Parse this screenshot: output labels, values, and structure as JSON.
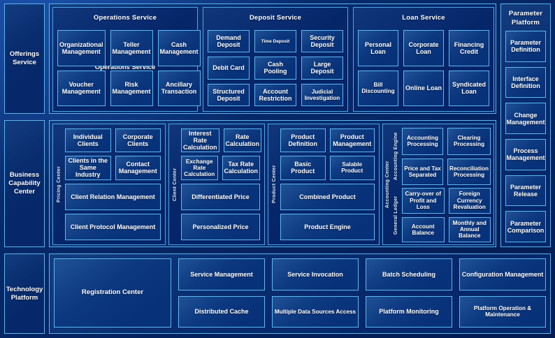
{
  "theme": {
    "background": "#062462",
    "border": "#5ab6ef",
    "card_fill": "#073178",
    "text": "#ffffff"
  },
  "rows": [
    {
      "rail_label": "Offerings\nService",
      "rail_name": "offerings-service"
    },
    {
      "rail_label": "Business\nCapability\nCenter",
      "rail_name": "business-capability-center"
    },
    {
      "rail_label": "Technology\nPlatform",
      "rail_name": "technology-platform"
    }
  ],
  "offerings": {
    "rail": "Offerings Service",
    "stray_label": "Operations Service",
    "groups": [
      {
        "title": "Operations Service",
        "cards": [
          "Organizational Management",
          "Teller Management",
          "Cash Management",
          "Voucher Management",
          "Risk Management",
          "Ancillary Transaction"
        ]
      },
      {
        "title": "Deposit Service",
        "cards": [
          "Demand Deposit",
          "Time Deposit",
          "Security Deposit",
          "Debit Card",
          "Cash Pooling",
          "Large Deposit",
          "Structured Deposit",
          "Account Restriction",
          "Judicial Investigation"
        ]
      },
      {
        "title": "Loan Service",
        "cards": [
          "Personal Loan",
          "Corporate Loan",
          "Financing Credit",
          "Bill Discounting",
          "Online Loan",
          "Syndicated Loan"
        ]
      }
    ]
  },
  "business": {
    "rail": "Business Capability Center",
    "groups": [
      {
        "vlabel": "Pricing Center",
        "pair1": [
          "Individual Clients",
          "Corporate Clients"
        ],
        "pair2": [
          "Clients in the Same Industry",
          "Contact Management"
        ],
        "wide1": "Client Relation Management",
        "wide2": "Client Protocol Management"
      },
      {
        "vlabel": "Client Center",
        "pair1": [
          "Interest Rate Calculation",
          "Rate Calculation"
        ],
        "pair2": [
          "Exchange Rate Calculation",
          "Tax Rate Calculation"
        ],
        "wide1": "Differentiated Price",
        "wide2": "Personalized Price"
      },
      {
        "vlabel": "Product Center",
        "pair1": [
          "Product Definition",
          "Product Management"
        ],
        "pair2": [
          "Basic Product",
          "Salable Product"
        ],
        "wide1": "Combined Product",
        "wide2": "Product Engine"
      }
    ],
    "accounting": {
      "vlabel": "Accounting Center",
      "engine": {
        "vlabel": "Accounting Engine",
        "cards": [
          "Accounting Processing",
          "Clearing Processing",
          "Price and Tax Separated",
          "Reconciliation Processing"
        ]
      },
      "ledger": {
        "vlabel": "General Ledger",
        "cards": [
          "Carry-over of Profit and Loss",
          "Foreign Currency Revaluation",
          "Account Balance",
          "Monthly and Annual Balance"
        ]
      }
    }
  },
  "technology": {
    "rail": "Technology Platform",
    "registration": "Registration Center",
    "cards": [
      "Service Management",
      "Service Invocation",
      "Batch Scheduling",
      "Configuration Management",
      "Distributed Cache",
      "Multiple Data Sources Access",
      "Platform Monitoring",
      "Platform Operation & Maintenance"
    ]
  },
  "parameter_platform": {
    "title": "Parameter Platform",
    "items": [
      "Parameter Definition",
      "Interface Definition",
      "Change Management",
      "Process Management",
      "Parameter Release",
      "Parameter Comparison"
    ]
  }
}
